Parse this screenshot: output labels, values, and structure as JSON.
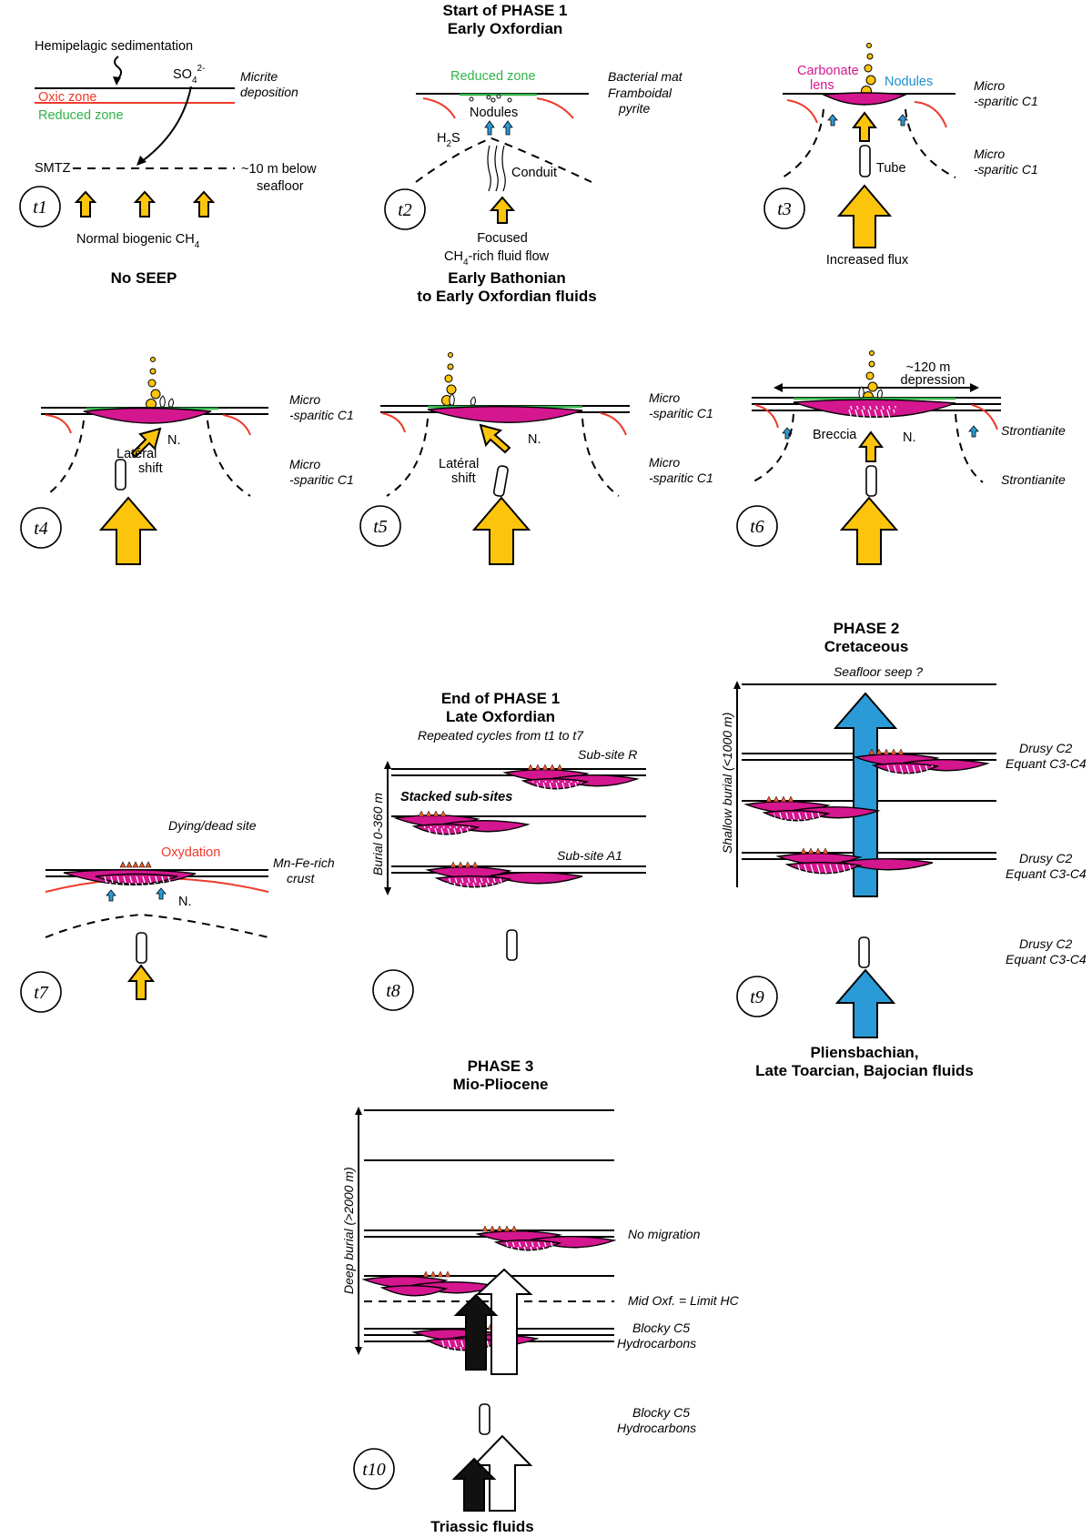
{
  "colors": {
    "oxic": "#ee3a2b",
    "reduced": "#32b34a",
    "carbonate": "#d4168f",
    "methane_arrow": "#fcc40b",
    "phase2_arrow": "#2a9bd7",
    "nodules_label": "#1d8fd1",
    "crust": "#f25a2a"
  },
  "headers": {
    "phase1_start": "Start of PHASE 1",
    "phase1_start_age": "Early Oxfordian",
    "no_seep": "No SEEP",
    "phase1_fluids_1": "Early Bathonian",
    "phase1_fluids_2": "to Early Oxfordian fluids",
    "phase2": "PHASE 2",
    "phase2_age": "Cretaceous",
    "phase1_end": "End of PHASE 1",
    "phase1_end_age": "Late Oxfordian",
    "phase2_fluids_1": "Pliensbachian,",
    "phase2_fluids_2": "Late Toarcian, Bajocian fluids",
    "phase3": "PHASE 3",
    "phase3_age": "Mio-Pliocene",
    "phase3_fluids": "Triassic fluids"
  },
  "steps": [
    "t1",
    "t2",
    "t3",
    "t4",
    "t5",
    "t6",
    "t7",
    "t8",
    "t9",
    "t10"
  ],
  "t1": {
    "hemipelagic": "Hemipelagic sedimentation",
    "sulfate": "SO",
    "sulfate_sub": "4",
    "sulfate_sup": "2-",
    "oxic": "Oxic zone",
    "reduced": "Reduced zone",
    "micrite_1": "Micrite",
    "micrite_2": "deposition",
    "smtz": "SMTZ",
    "depth_1": "~10 m below",
    "depth_2": "seafloor",
    "biogenic": "Normal biogenic CH",
    "biogenic_sub": "4"
  },
  "t2": {
    "reduced": "Reduced zone",
    "nodules": "Nodules",
    "h2s": "H",
    "h2s_sub": "2",
    "h2s_end": "S",
    "conduit": "Conduit",
    "bacterial": "Bacterial mat",
    "pyrite_1": "Framboidal",
    "pyrite_2": "pyrite",
    "focused": "Focused",
    "flow_pre": "CH",
    "flow_sub": "4",
    "flow_post": "-rich fluid flow"
  },
  "t3": {
    "carbonate_1": "Carbonate",
    "carbonate_2": "lens",
    "nodules": "Nodules",
    "micro_1": "Micro",
    "micro_2": "-sparitic C1",
    "tube": "Tube",
    "increased": "Increased flux"
  },
  "t4": {
    "micro_1": "Micro",
    "micro_2": "-sparitic C1",
    "n": "N.",
    "lat_1": "Latéral",
    "lat_2": "shift"
  },
  "t6": {
    "depression_1": "~120 m",
    "depression_2": "depression",
    "breccia": "Breccia",
    "n": "N.",
    "strontianite": "Strontianite"
  },
  "t7": {
    "dying": "Dying/dead site",
    "oxydation": "Oxydation",
    "crust_1": "Mn-Fe-rich",
    "crust_2": "crust",
    "n": "N."
  },
  "t8": {
    "repeated": "Repeated cycles from t1 to t7",
    "subsite_r": "Sub-site R",
    "stacked": "Stacked sub-sites",
    "subsite_a1": "Sub-site A1",
    "burial": "Burial 0-360 m"
  },
  "t9": {
    "seafloor": "Seafloor seep ?",
    "burial": "Shallow burial (<1000 m)",
    "drusy": "Drusy C2",
    "equant": "Equant C3-C4"
  },
  "t10": {
    "burial": "Deep burial (>2000 m)",
    "no_migration": "No migration",
    "limit": "Mid Oxf. = Limit HC",
    "blocky": "Blocky C5",
    "hydrocarbons": "Hydrocarbons"
  }
}
